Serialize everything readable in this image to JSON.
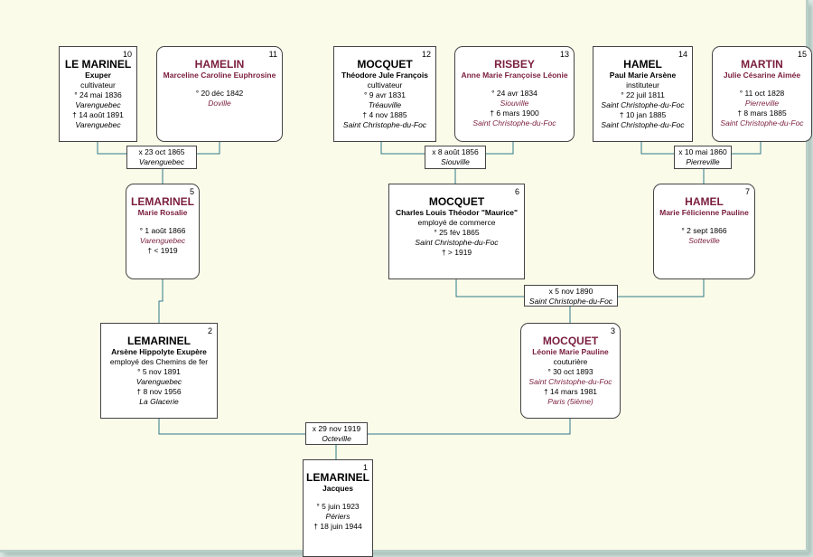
{
  "people": {
    "p1": {
      "num": "1",
      "surname": "LEMARINEL",
      "given": "Jacques",
      "occupation": "",
      "birth": "° 5 juin 1923",
      "birth_place": "Périers",
      "death": "† 18 juin 1944",
      "death_place": ""
    },
    "p2": {
      "num": "2",
      "surname": "LEMARINEL",
      "given": "Arsène Hippolyte Exupère",
      "occupation": "employé des Chemins de fer",
      "birth": "° 5 nov 1891",
      "birth_place": "Varenguebec",
      "death": "† 8 nov 1956",
      "death_place": "La Glacerie"
    },
    "p3": {
      "num": "3",
      "surname": "MOCQUET",
      "given": "Léonie Marie Pauline",
      "occupation": "couturière",
      "birth": "° 30 oct 1893",
      "birth_place": "Saint Christophe-du-Foc",
      "death": "† 14 mars 1981",
      "death_place": "Paris (5ième)"
    },
    "p5": {
      "num": "5",
      "surname": "LEMARINEL",
      "given": "Marie Rosalie",
      "occupation": "",
      "birth": "° 1 août 1866",
      "birth_place": "Varenguebec",
      "death": "† < 1919",
      "death_place": ""
    },
    "p6": {
      "num": "6",
      "surname": "MOCQUET",
      "given": "Charles Louis Théodor \"Maurice\"",
      "occupation": "employé de commerce",
      "birth": "° 25 fév 1865",
      "birth_place": "Saint Christophe-du-Foc",
      "death": "† > 1919",
      "death_place": ""
    },
    "p7": {
      "num": "7",
      "surname": "HAMEL",
      "given": "Marie Félicienne Pauline",
      "occupation": "",
      "birth": "° 2 sept 1866",
      "birth_place": "Sotteville",
      "death": "",
      "death_place": ""
    },
    "p10": {
      "num": "10",
      "surname": "LE MARINEL",
      "given": "Exuper",
      "occupation": "cultivateur",
      "birth": "° 24 mai 1836",
      "birth_place": "Varenguebec",
      "death": "† 14 août 1891",
      "death_place": "Varenguebec"
    },
    "p11": {
      "num": "11",
      "surname": "HAMELIN",
      "given": "Marceline Caroline Euphrosine",
      "occupation": "",
      "birth": "° 20 déc 1842",
      "birth_place": "Doville",
      "death": "",
      "death_place": ""
    },
    "p12": {
      "num": "12",
      "surname": "MOCQUET",
      "given": "Théodore Jule François",
      "occupation": "cultivateur",
      "birth": "° 9 avr 1831",
      "birth_place": "Tréauville",
      "death": "† 4 nov 1885",
      "death_place": "Saint Christophe-du-Foc"
    },
    "p13": {
      "num": "13",
      "surname": "RISBEY",
      "given": "Anne Marie Françoise Léonie",
      "occupation": "",
      "birth": "° 24 avr 1834",
      "birth_place": "Siouville",
      "death": "† 6 mars 1900",
      "death_place": "Saint Christophe-du-Foc"
    },
    "p14": {
      "num": "14",
      "surname": "HAMEL",
      "given": "Paul Marie Arsène",
      "occupation": "instituteur",
      "birth": "° 22 juil 1811",
      "birth_place": "Saint Christophe-du-Foc",
      "death": "† 10 jan 1885",
      "death_place": "Saint Christophe-du-Foc"
    },
    "p15": {
      "num": "15",
      "surname": "MARTIN",
      "given": "Julie Césarine Aimée",
      "occupation": "",
      "birth": "° 11 oct 1828",
      "birth_place": "Pierreville",
      "death": "† 8 mars 1885",
      "death_place": "Saint Christophe-du-Foc"
    }
  },
  "marriages": {
    "m5_10": {
      "date": "x 23 oct 1865",
      "place": "Varenguebec"
    },
    "m12_13": {
      "date": "x 8 août 1856",
      "place": "Siouville"
    },
    "m14_15": {
      "date": "x 10 mai 1860",
      "place": "Pierreville"
    },
    "m6_7": {
      "date": "x 5 nov 1890",
      "place": "Saint Christophe-du-Foc"
    },
    "m2_3": {
      "date": "x 29 nov 1919",
      "place": "Octeville"
    }
  },
  "colors": {
    "female_text": "#7a1d3e",
    "line": "#2e7a8a",
    "background": "#fbfbe9"
  }
}
